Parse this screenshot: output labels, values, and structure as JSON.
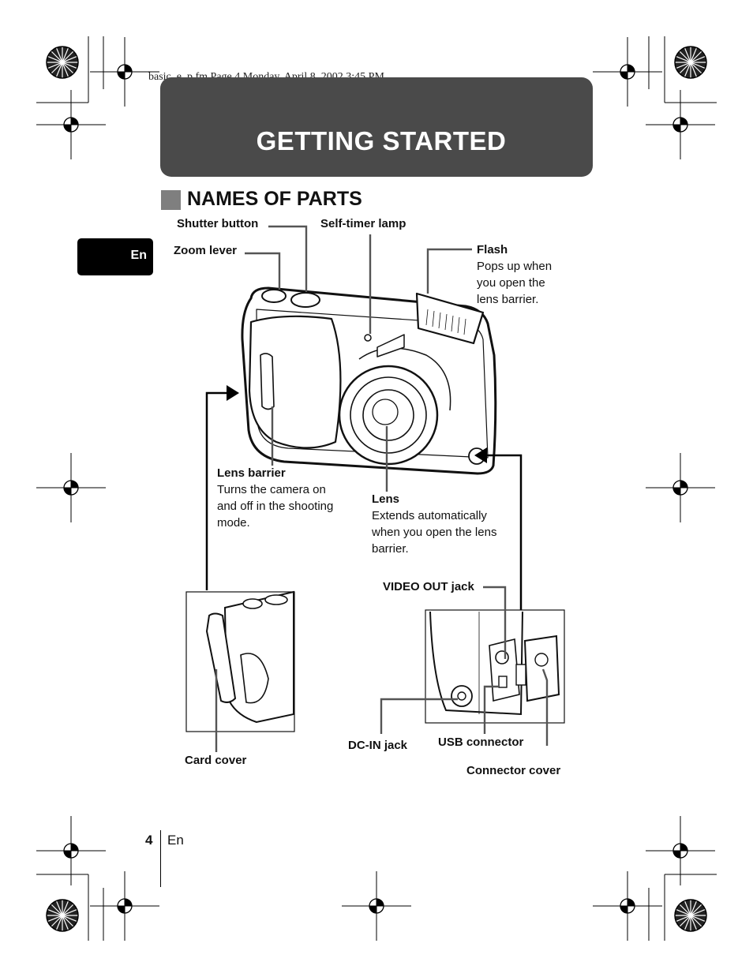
{
  "print_header": "basic_e_p.fm  Page 4  Monday, April 8, 2002  3:45 PM",
  "chapter_title": "GETTING STARTED",
  "section_title": "NAMES OF PARTS",
  "language_tab": "En",
  "labels": {
    "shutter_button": "Shutter button",
    "self_timer_lamp": "Self-timer lamp",
    "zoom_lever": "Zoom lever",
    "flash": "Flash",
    "flash_desc": [
      "Pops up when",
      "you open the",
      "lens barrier."
    ],
    "lens_barrier": "Lens barrier",
    "lens_barrier_desc": [
      "Turns the camera on",
      "and off in the shooting",
      "mode."
    ],
    "lens": "Lens",
    "lens_desc": [
      "Extends automatically",
      "when you open the lens",
      "barrier."
    ],
    "video_out_jack": "VIDEO OUT jack",
    "dc_in_jack": "DC-IN jack",
    "usb_connector": "USB connector",
    "connector_cover": "Connector cover",
    "card_cover": "Card cover"
  },
  "footer": {
    "page_number": "4",
    "language": "En"
  }
}
